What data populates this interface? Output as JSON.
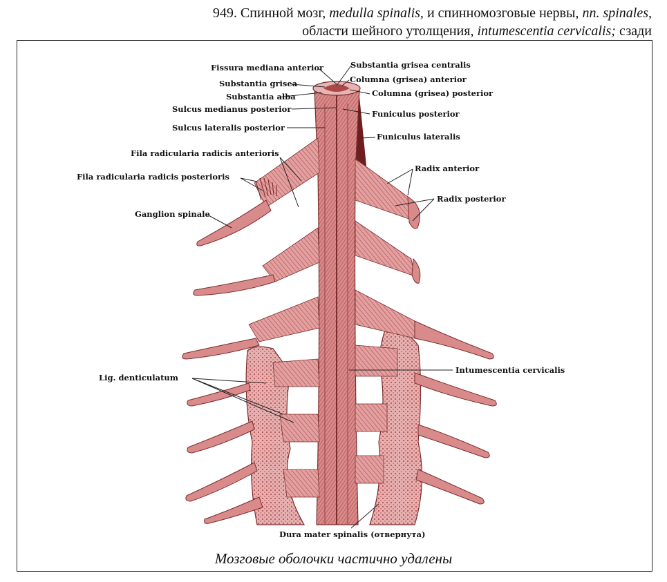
{
  "caption": {
    "line1_pre": "949. Спинной мозг, ",
    "line1_it1": "medulla spinalis,",
    "line1_mid": " и спинномозговые нервы, ",
    "line1_it2": "nn. spinales,",
    "line2_pre": "области шейного утолщения, ",
    "line2_it": "intumescentia cervicalis;",
    "line2_post": " сзади"
  },
  "labels": {
    "fissura": "Fissura mediana anterior",
    "subst_grisea_centralis": "Substantia grisea centralis",
    "columna_anterior": "Columna (grisea) anterior",
    "subst_grisea": "Substantia grisea",
    "subst_alba": "Substantia alba",
    "columna_posterior": "Columna (grisea) posterior",
    "sulcus_medianus": "Sulcus medianus posterior",
    "funiculus_posterior": "Funiculus posterior",
    "sulcus_lateralis": "Sulcus lateralis posterior",
    "funiculus_lateralis": "Funiculus lateralis",
    "fila_anterioris": "Fila radicularia radicis anterioris",
    "radix_anterior": "Radix anterior",
    "fila_posterioris": "Fila radicularia radicis posterioris",
    "radix_posterior": "Radix posterior",
    "ganglion": "Ganglion spinale",
    "intumescentia": "Intumescentia cervicalis",
    "lig_dent": "Lig. denticulatum",
    "dura": "Dura mater spinalis (отвернута)"
  },
  "footer": "Мозговые оболочки частично удалены",
  "colors": {
    "tissue": "#c96a6a",
    "tissue_light": "#e6a8a8",
    "tissue_dark": "#8e3535",
    "ink": "#111111"
  }
}
